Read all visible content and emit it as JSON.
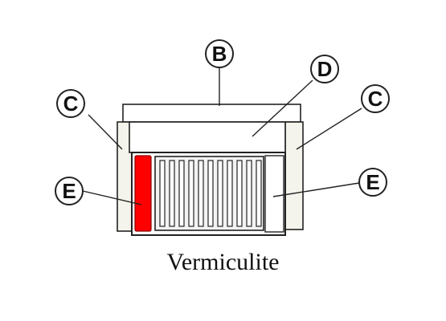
{
  "diagram": {
    "caption": "Vermiculite",
    "callouts": {
      "b": "B",
      "d": "D",
      "c_left": "C",
      "c_right": "C",
      "e_left": "E",
      "e_right": "E"
    },
    "colors": {
      "outline": "#222222",
      "panel_fill": "#ffffff",
      "side_fill": "#f2f2ea",
      "highlight": "#ff0000",
      "grille_fill": "#eeeeee",
      "text": "#111111"
    }
  }
}
